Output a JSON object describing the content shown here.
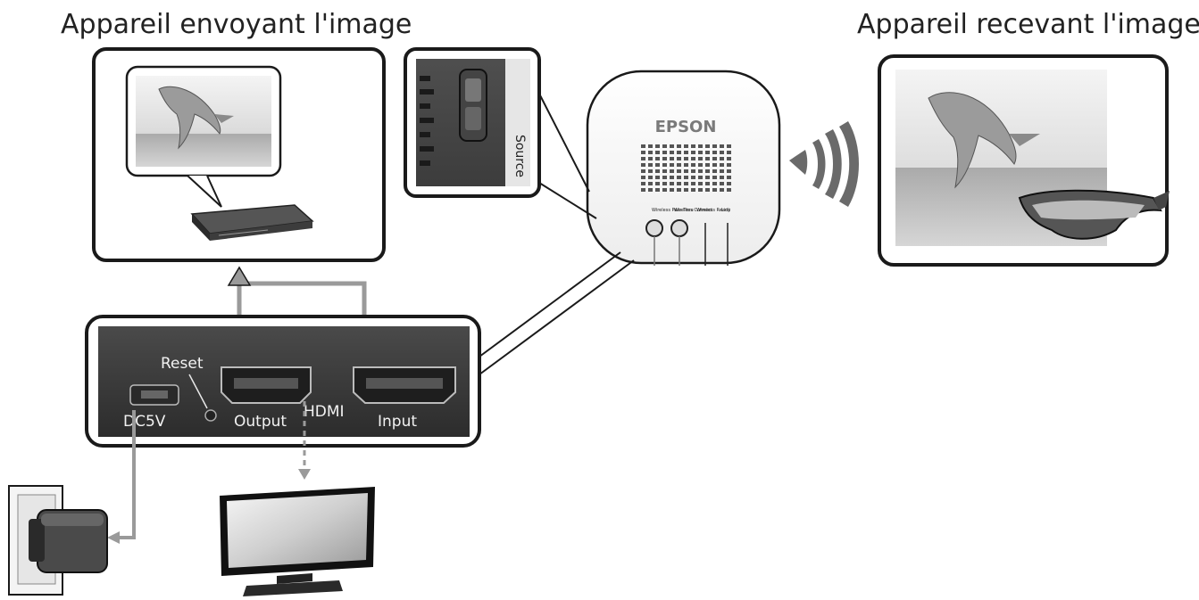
{
  "titles": {
    "sender": "Appareil envoyant l'image",
    "receiver": "Appareil recevant l'image"
  },
  "device": {
    "brand": "EPSON",
    "source_label": "Source",
    "indicators": [
      "Wireless Pass Thru",
      "Wireless Connect",
      "Wireless Ready",
      "Link"
    ]
  },
  "ports": {
    "reset": "Reset",
    "dc": "DC5V",
    "output": "Output",
    "hdmi": "HDMI",
    "input": "Input"
  },
  "colors": {
    "panel_dark": "#3a3a3a",
    "arrow_gray": "#9a9a9a",
    "frame": "#1a1a1a"
  }
}
